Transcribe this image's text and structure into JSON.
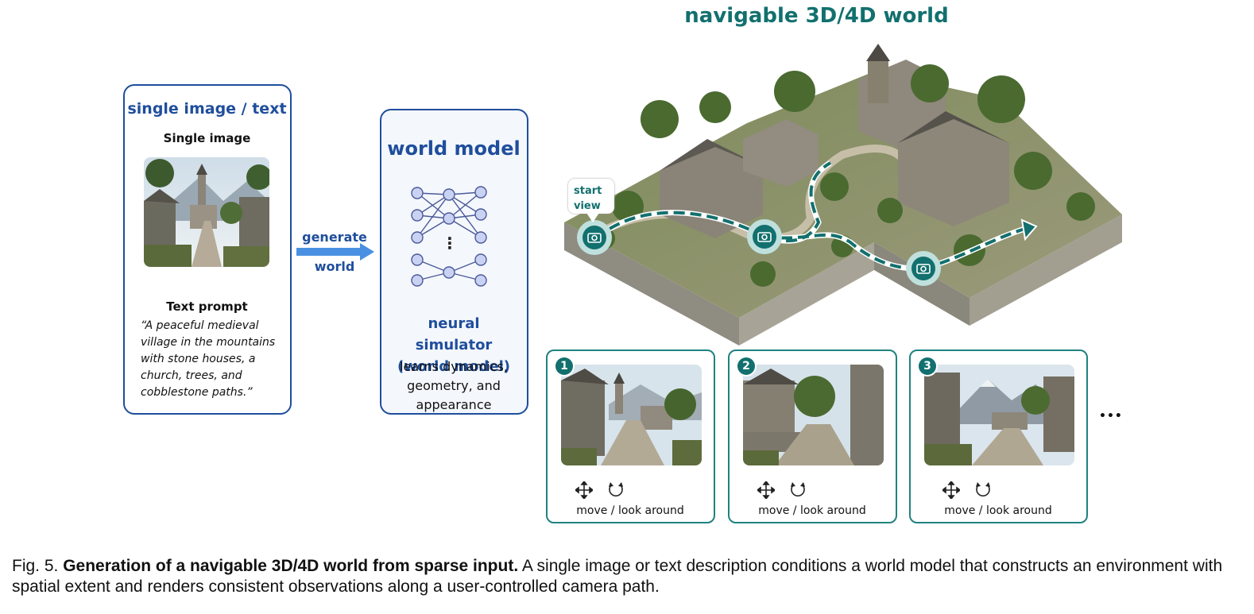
{
  "input_box": {
    "title": "single image / text",
    "image_label": "Single image",
    "prompt_label": "Text prompt",
    "prompt_text": "“A peaceful medieval village in the mountains with stone houses, a church, trees, and cobblestone paths.”"
  },
  "arrow": {
    "line1": "generate",
    "line2": "world"
  },
  "model_box": {
    "title": "world model",
    "ellipsis": "⋮",
    "subtitle": "neural simulator (world model)",
    "description": "learns dynamics, geometry, and appearance"
  },
  "world": {
    "title": "navigable 3D/4D world",
    "start_label": "start view"
  },
  "views": [
    {
      "number": "1",
      "caption": "move / look around"
    },
    {
      "number": "2",
      "caption": "move / look around"
    },
    {
      "number": "3",
      "caption": "move / look around"
    }
  ],
  "more_indicator": "•••",
  "caption": {
    "prefix": "Fig. 5.",
    "bold": "Generation of a navigable 3D/4D world from sparse input.",
    "rest": "A single image or text description conditions a world model that constructs an environment with spatial extent and renders consistent observations along a user-controlled camera path."
  },
  "colors": {
    "blue": "#1f4e9c",
    "teal": "#1f8280",
    "arrow": "#4a90e2"
  }
}
